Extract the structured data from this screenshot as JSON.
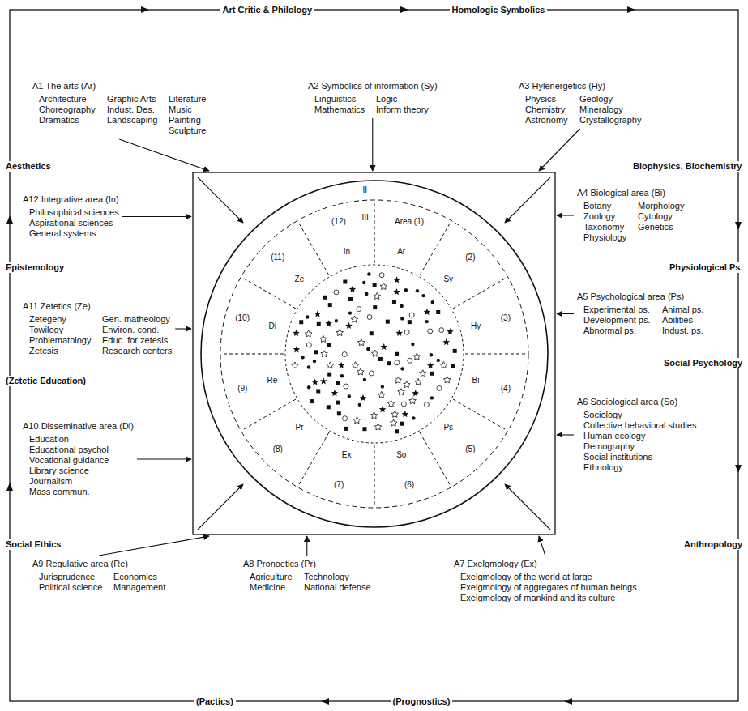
{
  "diagram": {
    "nodes": [
      {
        "text": [
          "II",
          "III",
          "Area (1)",
          "Ar",
          "(2)",
          "Sy",
          "(3)",
          "Hy",
          "(4)",
          "Bi",
          "(5)",
          "Ps",
          "(6)",
          "So",
          "(7)",
          "Ex",
          "(8)",
          "Pr",
          "(9)",
          "Re",
          "(10)",
          "Di",
          "(11)",
          "Ze",
          "(12)",
          "In"
        ]
      }
    ],
    "labels": [
      "A1 The arts (Ar)",
      "Architecture",
      "Choreography",
      "Dramatics",
      "Graphic Arts",
      "Indust. Des.",
      "Landscaping",
      "Literature",
      "Music",
      "Painting",
      "Sculpture",
      "A2 Symbolics of information (Sy)",
      "Linguistics",
      "Mathematics",
      "Logic",
      "Inform theory",
      "A3 Hylenergetics (Hy)",
      "Physics",
      "Chemistry",
      "Astronomy",
      "Geology",
      "Mineralogy",
      "Crystallography",
      "A4 Biological area (Bi)",
      "Botany",
      "Zoology",
      "Taxonomy",
      "Physiology",
      "Morphology",
      "Cytology",
      "Genetics",
      "A5 Psychological area (Ps)",
      "Experimental ps.",
      "Development ps.",
      "Abnormal ps.",
      "Animal ps.",
      "Abilities",
      "Indust. ps.",
      "A6 Sociological area (So)",
      "Sociology",
      "Collective behavioral studies",
      "Human ecology",
      "Demography",
      "Social institutions",
      "Ethnology",
      "A7 Exelgmology (Ex)",
      "Exelgmology of the world at large",
      "Exelgmology of aggregates of human beings",
      "Exelgmology of mankind and its culture",
      "A8 Pronoetics (Pr)",
      "Agriculture",
      "Medicine",
      "Technology",
      "National defense",
      "A9 Regulative area (Re)",
      "Jurisprudence",
      "Political science",
      "Economics",
      "Management",
      "A10 Disseminative area (Di)",
      "Education",
      "Educational psychol",
      "Vocational guidance",
      "Library science",
      "Journalism",
      "Mass commun.",
      "A11 Zetetics (Ze)",
      "Zetegeny",
      "Towilogy",
      "Problematology",
      "Zetesis",
      "Gen. matheology",
      "Environ. cond.",
      "Educ. for zetesis",
      "Research centers",
      "A12 Integrative area (In)",
      "Philosophical sciences",
      "Aspirational sciences",
      "General systems",
      "Aesthetics",
      "Art Critic & Philology",
      "Homologic Symbolics",
      "Biophysics, Biochemistry",
      "Physiological Ps.",
      "Social Psychology",
      "Anthropology",
      "(Prognostics)",
      "(Pactics)",
      "Social Ethics",
      "(Zetetic Education)",
      "Epistemology"
    ]
  }
}
